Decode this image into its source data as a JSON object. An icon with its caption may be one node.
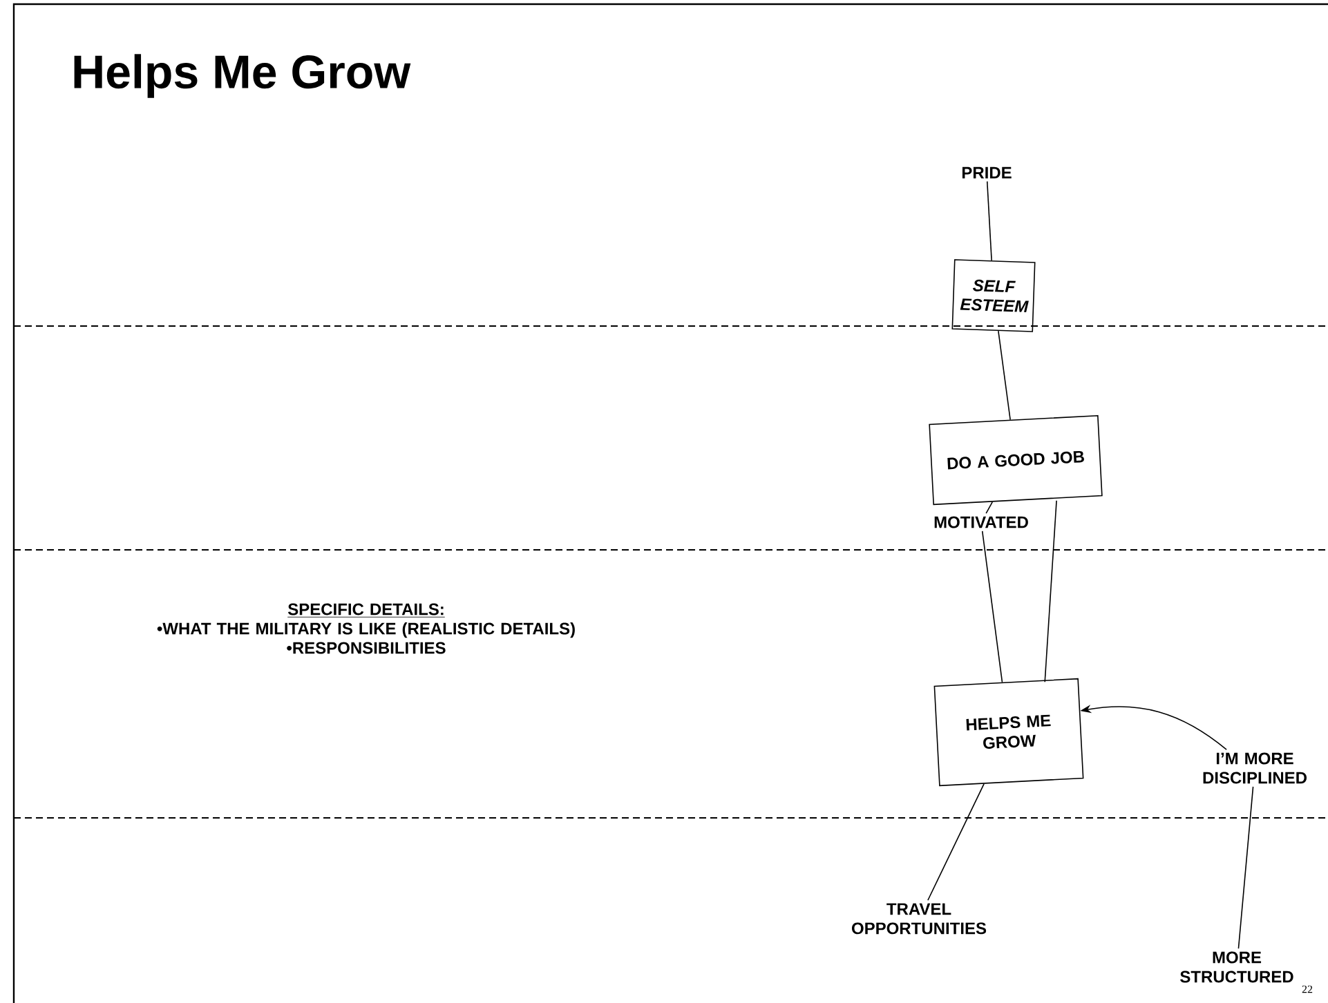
{
  "diagram": {
    "title": "Helps Me Grow",
    "nodes": [
      {
        "text": [
          "PRIDE"
        ]
      },
      {
        "text": [
          "SELF ESTEEM"
        ]
      },
      {
        "text": [
          "DO A GOOD JOB"
        ]
      },
      {
        "text": [
          "MOTIVATED"
        ]
      },
      {
        "text": [
          "HELPS ME GROW"
        ]
      },
      {
        "text": [
          "I’M MORE DISCIPLINED"
        ]
      },
      {
        "text": [
          "TRAVEL OPPORTUNITIES"
        ]
      },
      {
        "text": [
          "MORE STRUCTURED"
        ]
      }
    ],
    "edges": [
      {
        "from": 0,
        "to": 1,
        "arrow": "none"
      },
      {
        "from": 1,
        "to": 2,
        "arrow": "none"
      },
      {
        "from": 3,
        "to": 2,
        "arrow": "none"
      },
      {
        "from": 2,
        "to": 4,
        "arrow": "none"
      },
      {
        "from": 3,
        "to": 4,
        "arrow": "none"
      },
      {
        "from": 5,
        "to": 4,
        "arrow": "to"
      },
      {
        "from": 6,
        "to": 4,
        "arrow": "none"
      },
      {
        "from": 7,
        "to": 5,
        "arrow": "none"
      }
    ],
    "labels": [
      "SPECIFIC DETAILS:",
      "•WHAT THE MILITARY IS LIKE (REALISTIC DETAILS)",
      "•RESPONSIBILITIES",
      "22"
    ]
  }
}
